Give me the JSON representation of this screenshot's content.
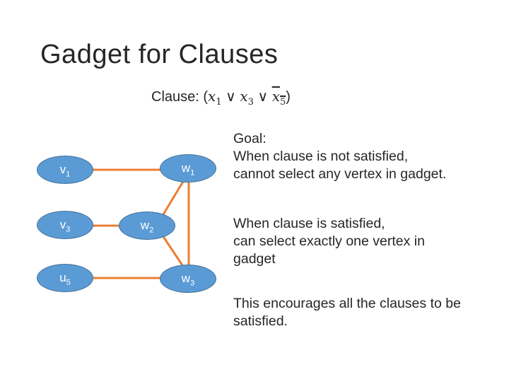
{
  "title": "Gadget for Clauses",
  "clause": {
    "prefix": "Clause: (",
    "lit1": {
      "var": "x",
      "sub": "1"
    },
    "or": "∨",
    "lit2": {
      "var": "x",
      "sub": "3"
    },
    "lit3": {
      "var": "x",
      "sub": "5",
      "negated": true
    },
    "suffix": ")"
  },
  "nodes": {
    "v1": {
      "base": "v",
      "sub": "1"
    },
    "v3": {
      "base": "v",
      "sub": "3"
    },
    "u5": {
      "base": "u",
      "sub": "5"
    },
    "w1": {
      "base": "w",
      "sub": "1"
    },
    "w2": {
      "base": "w",
      "sub": "2"
    },
    "w3": {
      "base": "w",
      "sub": "3"
    }
  },
  "colors": {
    "node_fill": "#5b9bd5",
    "edge": "#ed7d31"
  },
  "notes": {
    "goal": [
      "Goal:",
      "When clause is not satisfied,",
      "cannot select any vertex in gadget."
    ],
    "satisfied": [
      "When clause is satisfied,",
      "can select exactly one vertex in",
      "gadget"
    ],
    "encourage": [
      "This encourages all the clauses to be",
      "satisfied."
    ]
  }
}
